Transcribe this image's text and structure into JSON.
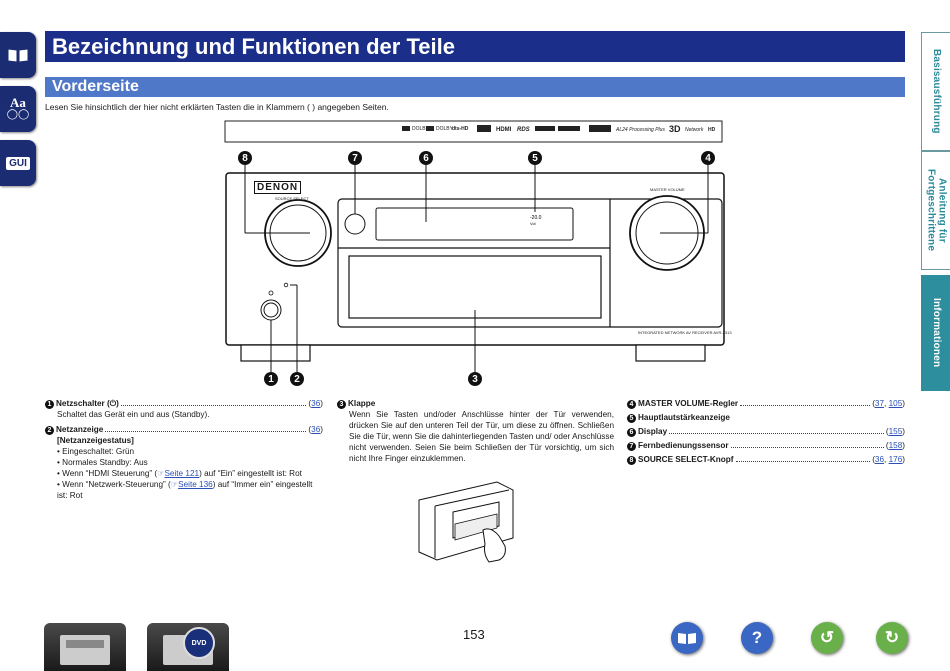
{
  "header": {
    "title": "Bezeichnung und Funktionen der Teile",
    "subtitle": "Vorderseite",
    "intro": "Lesen Sie hinsichtlich der hier nicht erklärten Tasten die in Klammern ( ) angegeben Seiten."
  },
  "left_icons": [
    {
      "name": "book-icon",
      "label": ""
    },
    {
      "name": "aa-icon",
      "label": "Aa"
    },
    {
      "name": "gui-icon",
      "label": "GUI"
    }
  ],
  "right_tabs": [
    {
      "label": "Basisausführung",
      "active": false
    },
    {
      "label": "Anleitung für Fortgeschrittene",
      "active": false
    },
    {
      "label": "Informationen",
      "active": true
    }
  ],
  "device": {
    "brand": "DENON",
    "source_select_label": "SOURCE SELECT",
    "master_volume_label": "MASTER VOLUME",
    "model_text": "INTEGRATED NETWORK AV RECEIVER  AVR-3313",
    "logo_strip": [
      "DOLBY",
      "DOLBY",
      "dts-HD",
      "DAL",
      "HDMI",
      "RDS",
      "",
      "",
      "",
      "AL24 Processing Plus",
      "3D",
      "Network",
      "HD"
    ]
  },
  "callouts": {
    "top": [
      "8",
      "7",
      "6",
      "5",
      "4"
    ],
    "bottom": [
      "1",
      "2",
      "3"
    ]
  },
  "col1": {
    "item1": {
      "num": "1",
      "name": "Netzschalter (⏻)",
      "ref": "36",
      "desc": "Schaltet das Gerät ein und aus (Standby)."
    },
    "item2": {
      "num": "2",
      "name": "Netzanzeige",
      "ref": "36",
      "sub": "[Netzanzeigestatus]",
      "bullets": {
        "b1": "Eingeschaltet: Grün",
        "b2": "Normales Standby: Aus",
        "b3_pre": "Wenn “HDMI Steuerung” (",
        "b3_link": "Seite 121",
        "b3_post": ") auf “Ein” eingestellt ist: Rot",
        "b4_pre": "Wenn “Netzwerk-Steuerung” (",
        "b4_link": "Seite 136",
        "b4_post": ") auf “Immer ein” eingestellt ist: Rot"
      }
    }
  },
  "col2": {
    "num": "3",
    "name": "Klappe",
    "desc": "Wenn Sie Tasten und/oder Anschlüsse hinter der Tür verwenden, drücken Sie auf den unteren Teil der Tür, um diese zu öffnen. Schließen Sie die Tür, wenn Sie die dahinterliegenden Tasten und/ oder Anschlüsse nicht verwenden. Seien Sie beim Schließen der Tür vorsichtig, um sich nicht Ihre Finger einzuklemmen."
  },
  "col3": {
    "i4": {
      "num": "4",
      "name": "MASTER VOLUME-Regler",
      "ref1": "37",
      "ref2": "105"
    },
    "i5": {
      "num": "5",
      "name": "Hauptlautstärkeanzeige"
    },
    "i6": {
      "num": "6",
      "name": "Display",
      "ref1": "155"
    },
    "i7": {
      "num": "7",
      "name": "Fernbedienungssensor",
      "ref1": "158"
    },
    "i8": {
      "num": "8",
      "name": "SOURCE SELECT-Knopf",
      "ref1": "36",
      "ref2": "176"
    }
  },
  "footer": {
    "page_number": "153",
    "nav": [
      "book-icon",
      "help-icon",
      "back-icon",
      "forward-icon"
    ],
    "thumb_label": "DVD"
  }
}
